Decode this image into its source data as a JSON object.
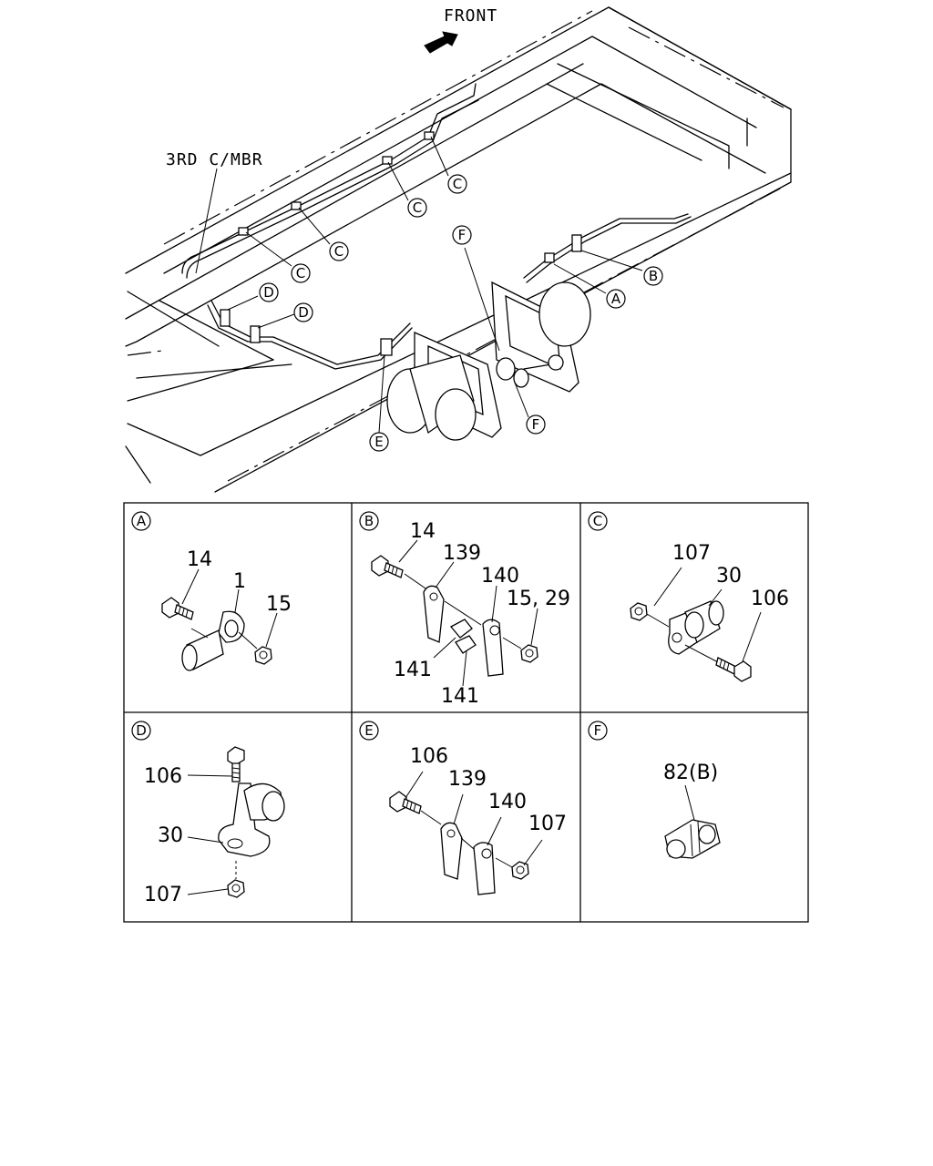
{
  "header": {
    "front_label": "FRONT"
  },
  "overview": {
    "member_label": "3RD C/MBR",
    "callouts": [
      "C",
      "C",
      "C",
      "C",
      "D",
      "D",
      "A",
      "B",
      "F",
      "F",
      "E"
    ]
  },
  "panels": [
    {
      "id": "A",
      "parts": [
        "14",
        "1",
        "15"
      ]
    },
    {
      "id": "B",
      "parts": [
        "14",
        "139",
        "140",
        "15, 29",
        "141",
        "141"
      ]
    },
    {
      "id": "C",
      "parts": [
        "107",
        "30",
        "106"
      ]
    },
    {
      "id": "D",
      "parts": [
        "106",
        "30",
        "107"
      ]
    },
    {
      "id": "E",
      "parts": [
        "106",
        "139",
        "140",
        "107"
      ]
    },
    {
      "id": "F",
      "parts": [
        "82(B)"
      ]
    }
  ]
}
